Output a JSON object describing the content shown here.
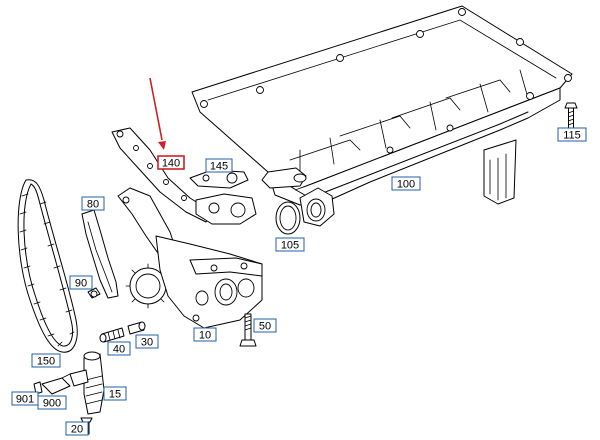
{
  "callouts": [
    {
      "id": "10",
      "label": "10",
      "highlighted": false
    },
    {
      "id": "15",
      "label": "15",
      "highlighted": false
    },
    {
      "id": "20",
      "label": "20",
      "highlighted": false
    },
    {
      "id": "30",
      "label": "30",
      "highlighted": false
    },
    {
      "id": "40",
      "label": "40",
      "highlighted": false
    },
    {
      "id": "50",
      "label": "50",
      "highlighted": false
    },
    {
      "id": "80",
      "label": "80",
      "highlighted": false
    },
    {
      "id": "90",
      "label": "90",
      "highlighted": false
    },
    {
      "id": "100",
      "label": "100",
      "highlighted": false
    },
    {
      "id": "105",
      "label": "105",
      "highlighted": false
    },
    {
      "id": "115",
      "label": "115",
      "highlighted": false
    },
    {
      "id": "140",
      "label": "140",
      "highlighted": true
    },
    {
      "id": "145",
      "label": "145",
      "highlighted": false
    },
    {
      "id": "150",
      "label": "150",
      "highlighted": false
    },
    {
      "id": "900",
      "label": "900",
      "highlighted": false
    },
    {
      "id": "901",
      "label": "901",
      "highlighted": false
    }
  ],
  "colors": {
    "callout_border": "#1f5fa8",
    "highlight": "#d21f26",
    "line": "#000000",
    "background": "#ffffff"
  }
}
